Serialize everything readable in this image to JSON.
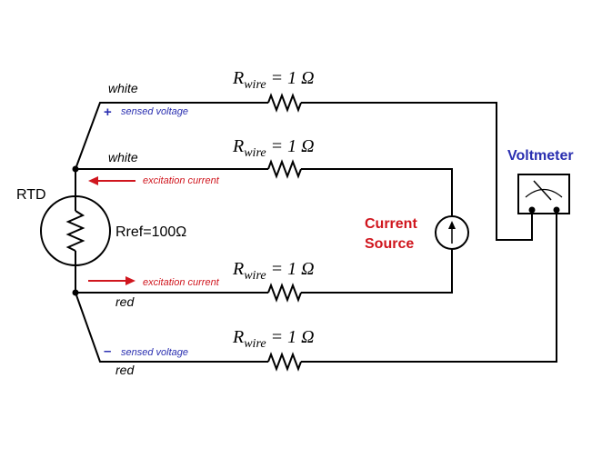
{
  "rtd_label": "RTD",
  "rref_label": "Rref=100Ω",
  "voltmeter_label": "Voltmeter",
  "current_source_label_1": "Current",
  "current_source_label_2": "Source",
  "wire_resistor": {
    "symbol": "R",
    "subscript": "wire",
    "value": "= 1 Ω"
  },
  "leads": [
    {
      "color_label": "white",
      "sign": "+",
      "note": "sensed voltage"
    },
    {
      "color_label": "white",
      "note": "excitation current"
    },
    {
      "color_label": "red",
      "note": "excitation current"
    },
    {
      "color_label": "red",
      "sign": "–",
      "note": "sensed voltage"
    }
  ],
  "colors": {
    "wire": "#000000",
    "accent_red": "#d0161e",
    "accent_blue": "#2a2fb0"
  },
  "icons": {
    "meter": "analog-meter-icon",
    "source": "current-source-arrow-icon",
    "resistor": "zigzag-resistor-icon"
  }
}
